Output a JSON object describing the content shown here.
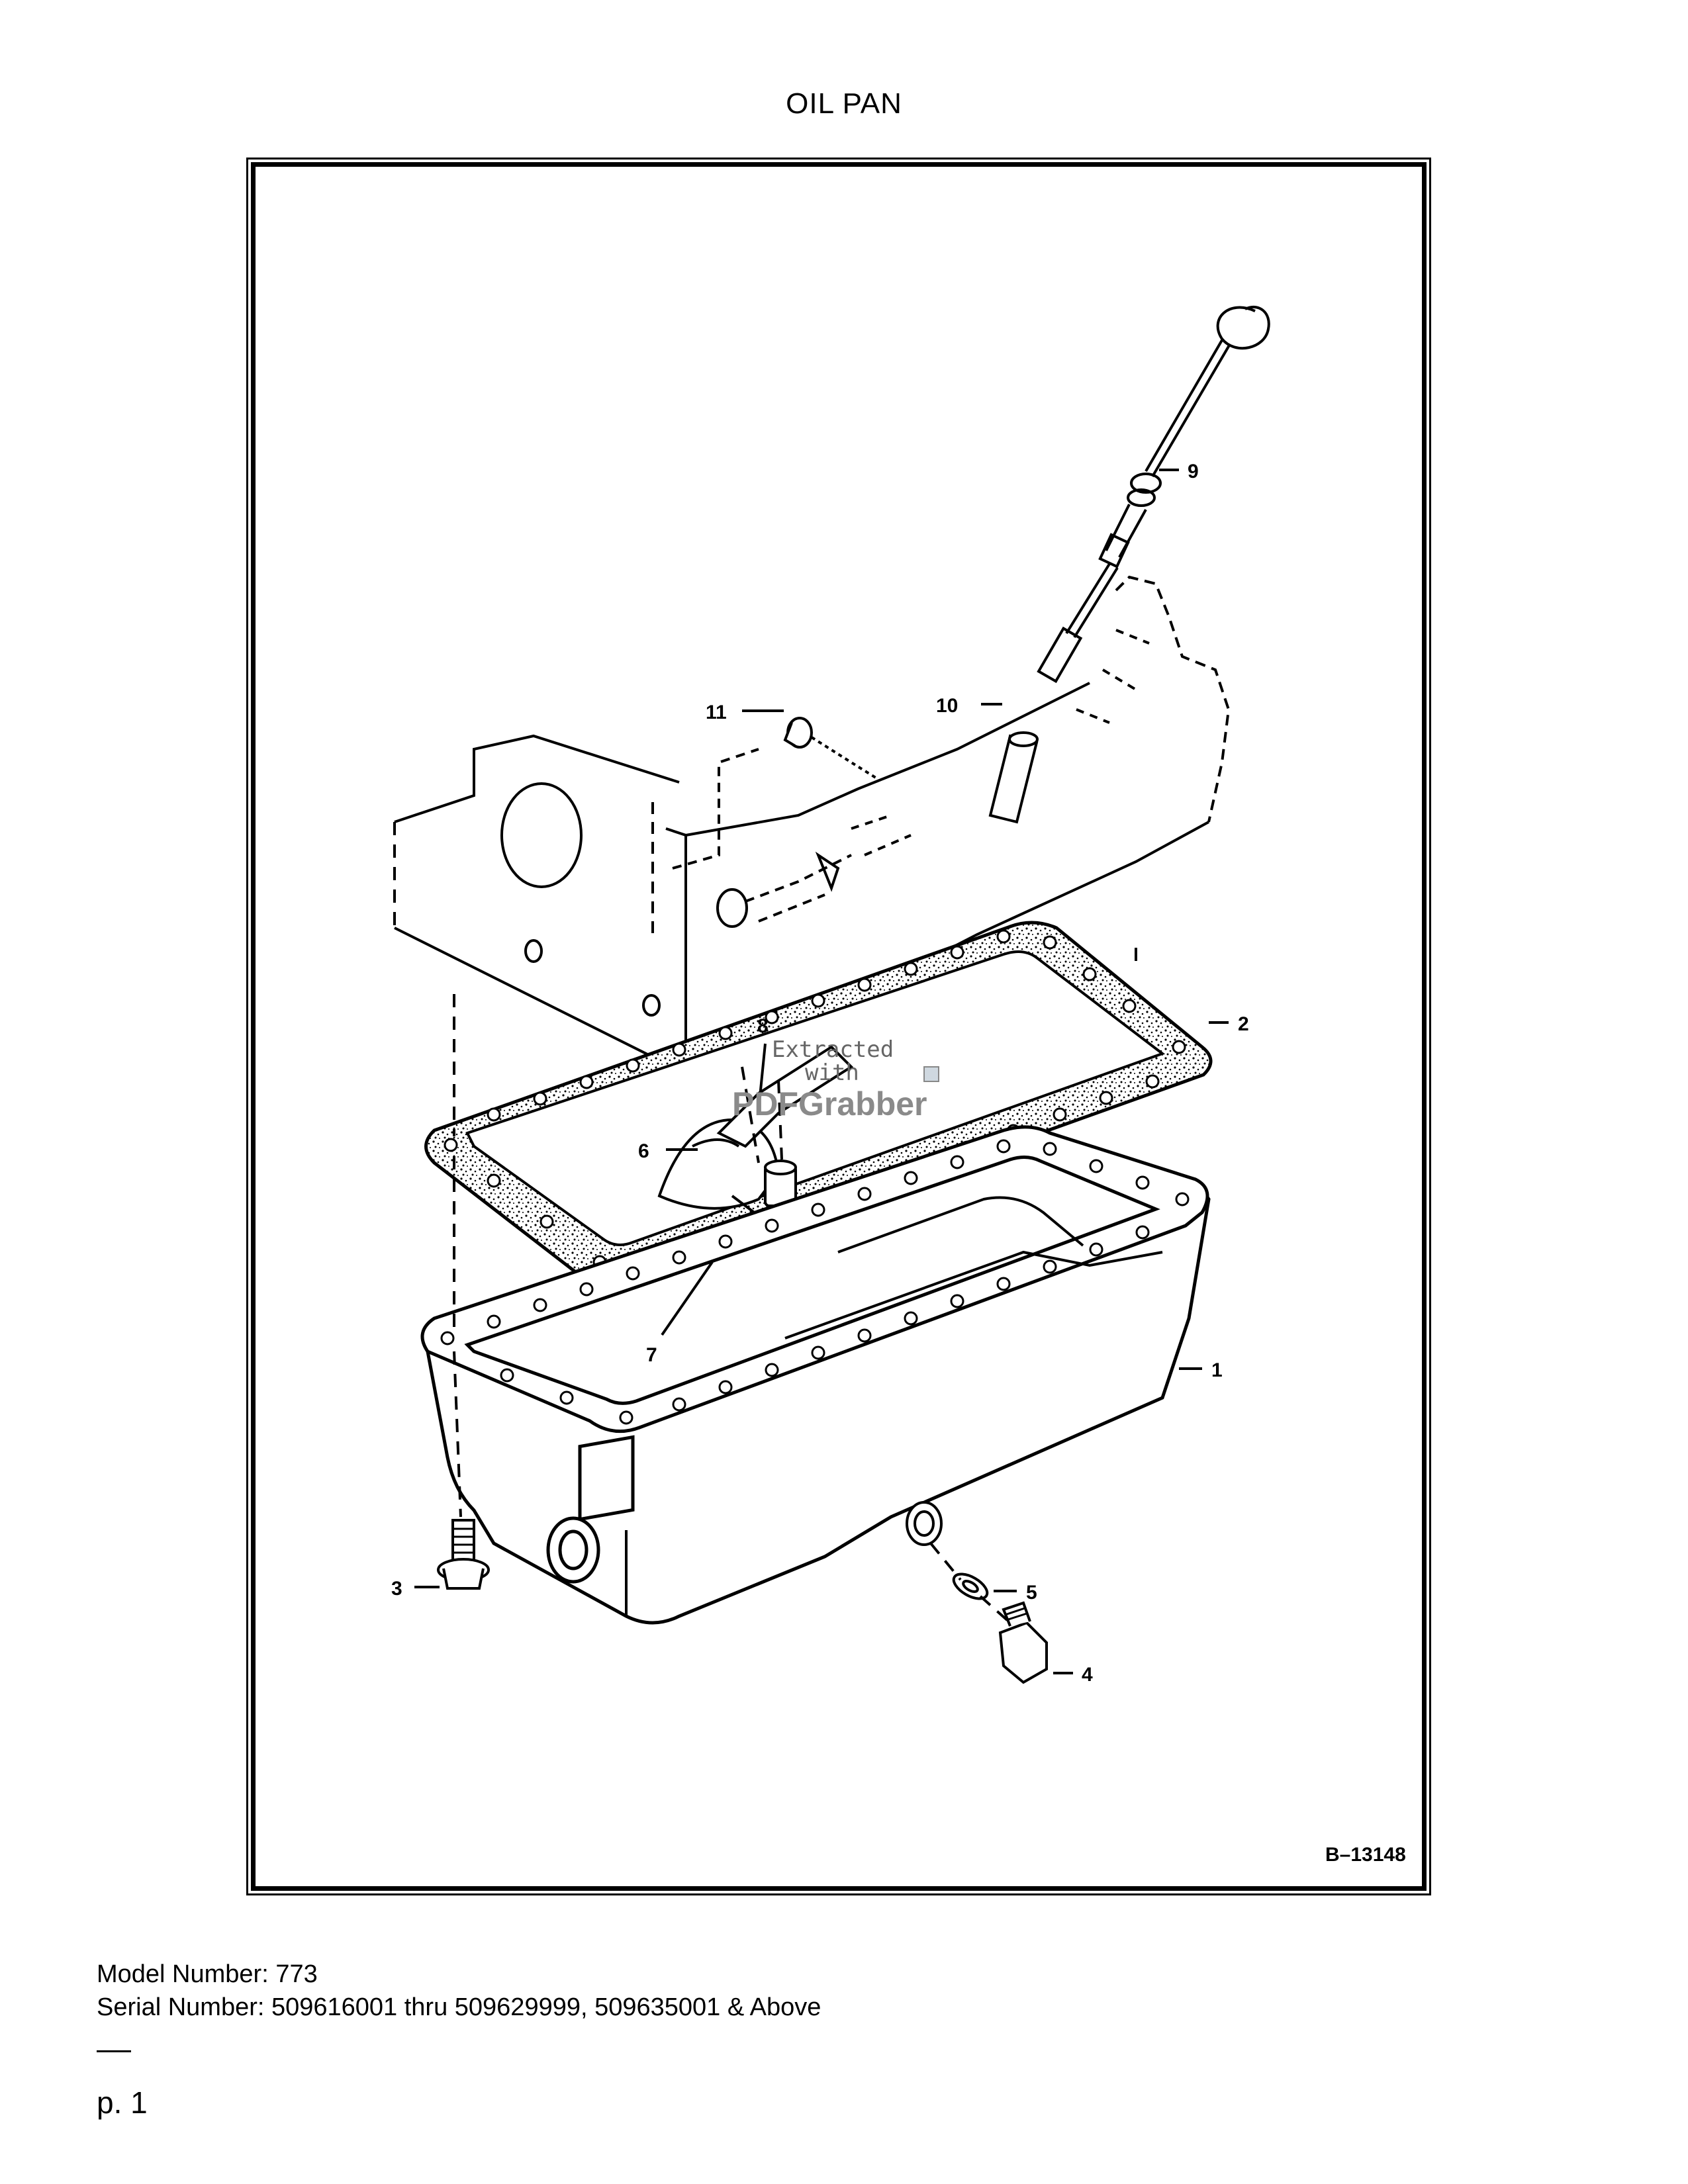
{
  "page": {
    "title": "OIL PAN",
    "figure_ref": "B–13148",
    "model_line": "Model Number: 773",
    "serial_line": "Serial Number: 509616001 thru 509629999, 509635001 & Above",
    "page_number": "p. 1"
  },
  "callouts": {
    "c1": "1",
    "c2": "2",
    "c3": "3",
    "c4": "4",
    "c5": "5",
    "c6": "6",
    "c7": "7",
    "c8": "8",
    "c9": "9",
    "c10": "10",
    "c11": "11"
  },
  "watermark": {
    "line1": "Extracted",
    "line2": "with",
    "brand": "PDFGrabber"
  },
  "colors": {
    "ink": "#000000",
    "paper": "#ffffff",
    "watermark": "#8a8a8a"
  }
}
